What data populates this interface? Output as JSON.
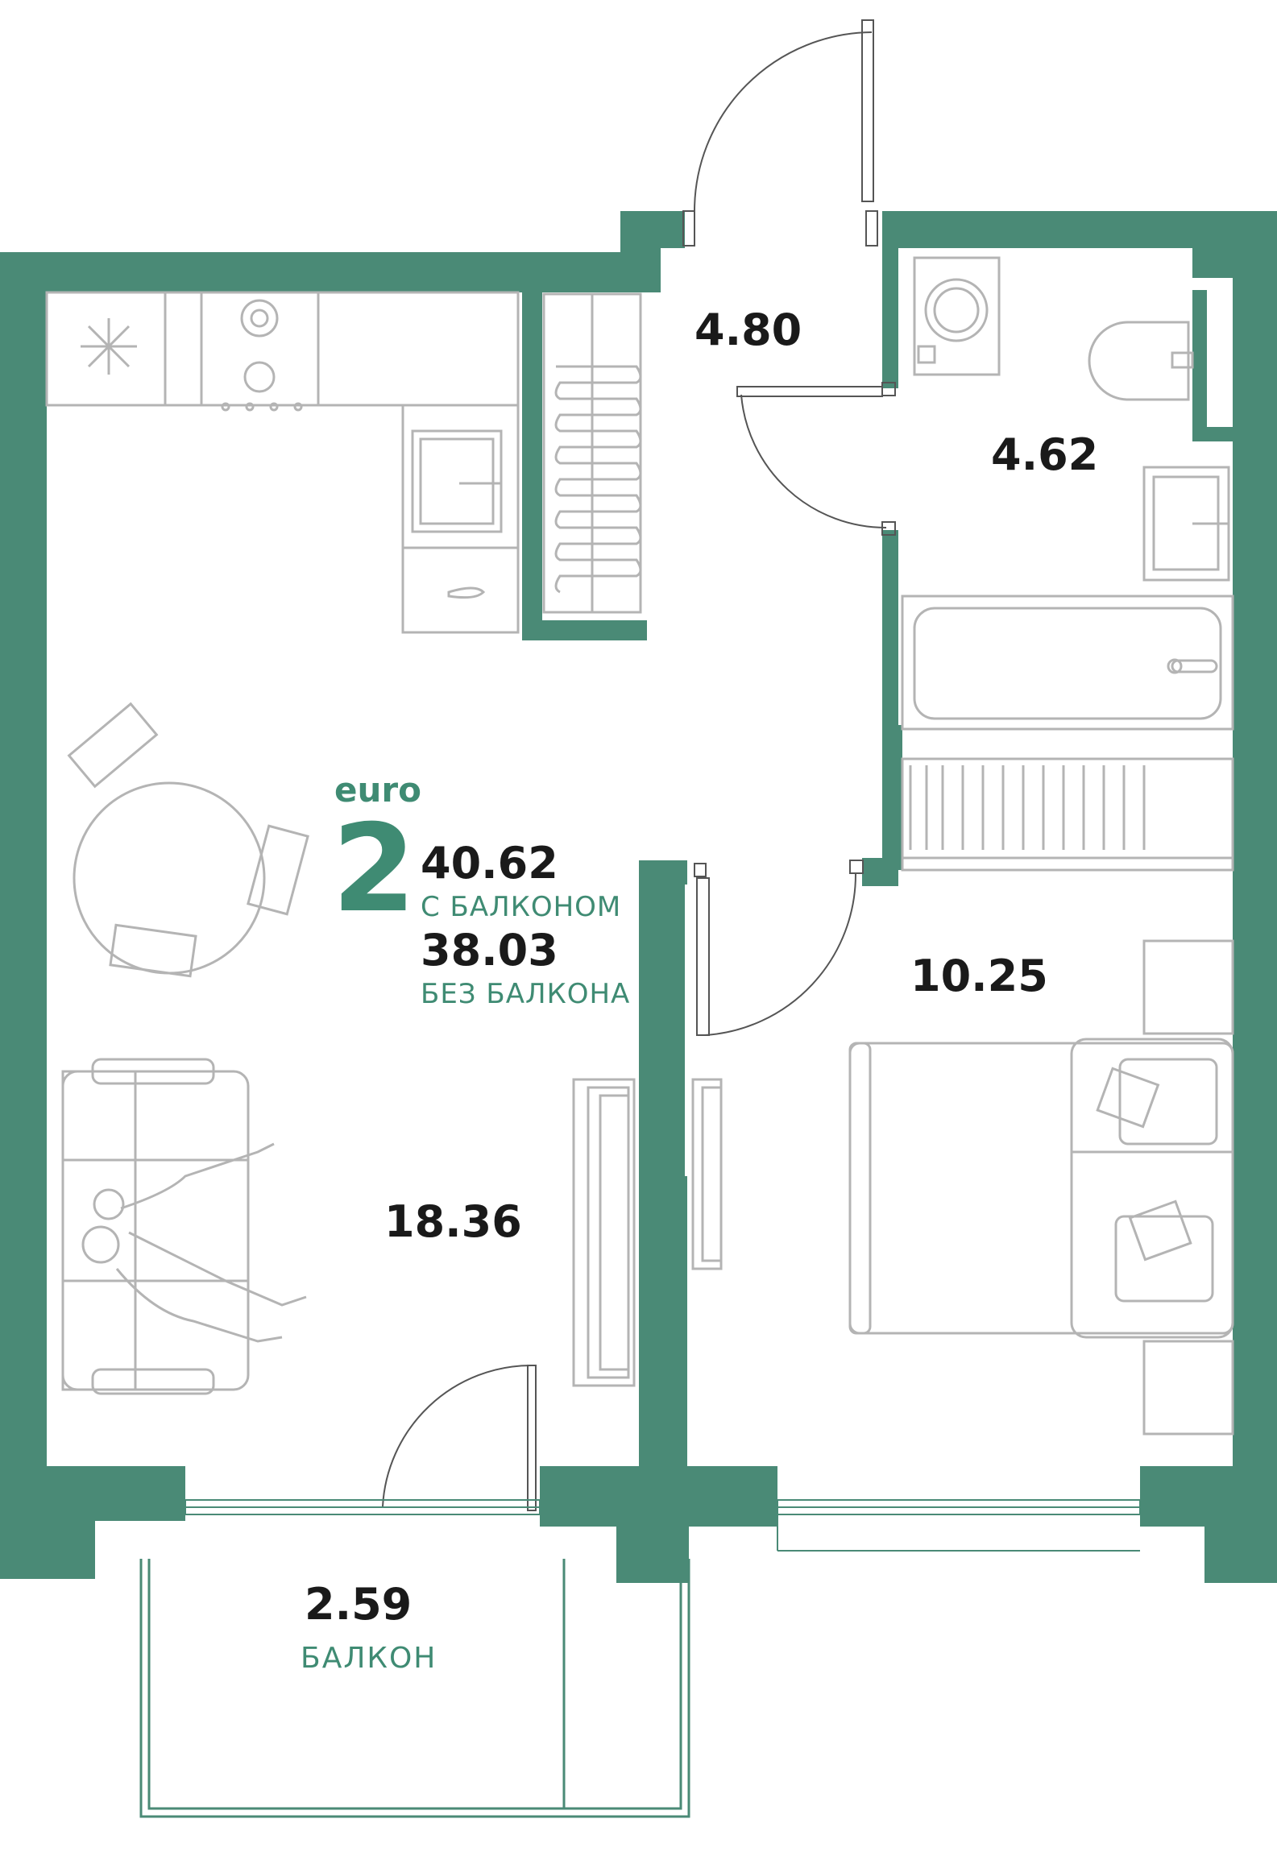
{
  "colors": {
    "wall": "#4a8a76",
    "accent": "#3f8b73",
    "furniture": "#b4b4b4",
    "door": "#555555",
    "text": "#1a1a1a"
  },
  "summary": {
    "type_prefix": "euro",
    "rooms_count": "2",
    "area_with_balcony": "40.62",
    "with_balcony_label": "С БАЛКОНОМ",
    "area_without_balcony": "38.03",
    "without_balcony_label": "БЕЗ БАЛКОНА"
  },
  "rooms": {
    "hall": {
      "area": "4.80"
    },
    "bathroom": {
      "area": "4.62"
    },
    "bedroom": {
      "area": "10.25"
    },
    "living_kitchen": {
      "area": "18.36"
    },
    "balcony": {
      "area": "2.59",
      "label": "БАЛКОН"
    }
  },
  "icons": [
    "snowflake-icon",
    "stove-icon",
    "sink-icon",
    "radiator-icon",
    "washing-machine-icon",
    "toilet-icon",
    "bathtub-icon",
    "dining-table-icon",
    "sofa-icon",
    "person-icon",
    "tv-stand-icon",
    "bed-icon",
    "nightstand-icon",
    "pillow-icon",
    "wardrobe-icon",
    "door-swing-icon",
    "window-icon"
  ]
}
